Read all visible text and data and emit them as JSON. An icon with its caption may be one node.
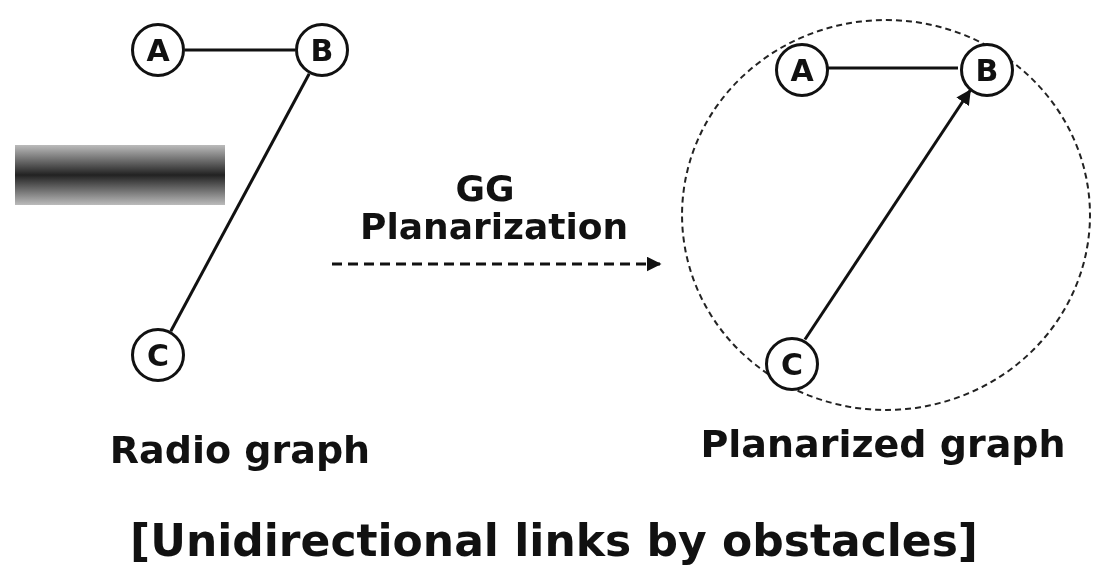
{
  "diagram": {
    "caption": "[Unidirectional links by obstacles]",
    "nodes": [
      {
        "text": [
          "A"
        ]
      },
      {
        "text": [
          "B"
        ]
      },
      {
        "text": [
          "C"
        ]
      },
      {
        "text": [],
        "shape": "bar"
      },
      {
        "text": [],
        "shape": "circle"
      },
      {
        "text": [
          "A"
        ],
        "in": 4
      },
      {
        "text": [
          "B"
        ],
        "in": 4
      },
      {
        "text": [
          "C"
        ],
        "in": 4
      }
    ],
    "edges": [
      {
        "from": 0,
        "to": 1,
        "arrow": "none"
      },
      {
        "from": 1,
        "to": 2,
        "arrow": "none"
      },
      {
        "from": 5,
        "to": 6,
        "arrow": "none"
      },
      {
        "from": 7,
        "to": 6,
        "arrow": "to"
      }
    ],
    "labels": [
      "GG Planarization",
      "Radio graph",
      "Planarized graph"
    ]
  }
}
